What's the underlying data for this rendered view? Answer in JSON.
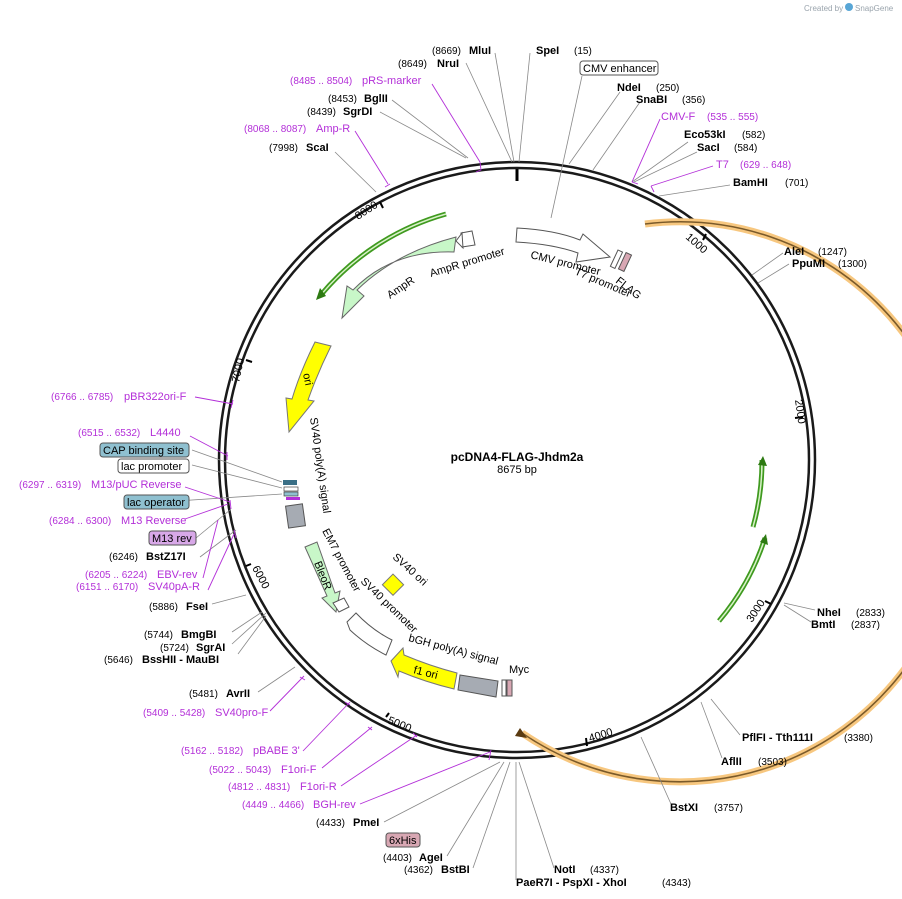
{
  "credit": {
    "prefix": "Created by",
    "brand": "SnapGene"
  },
  "plasmid": {
    "name": "pcDNA4-FLAG-Jhdm2a",
    "size": "8675 bp"
  },
  "ticks": [
    "1000",
    "2000",
    "3000",
    "4000",
    "5000",
    "6000",
    "7000",
    "8000"
  ],
  "enzymes": [
    {
      "name": "MluI",
      "pos": "(8669)"
    },
    {
      "name": "NruI",
      "pos": "(8649)"
    },
    {
      "name": "SpeI",
      "pos": "(15)"
    },
    {
      "name": "BglII",
      "pos": "(8453)"
    },
    {
      "name": "SgrDI",
      "pos": "(8439)"
    },
    {
      "name": "ScaI",
      "pos": "(7998)"
    },
    {
      "name": "NdeI",
      "pos": "(250)"
    },
    {
      "name": "SnaBI",
      "pos": "(356)"
    },
    {
      "name": "Eco53kI",
      "pos": "(582)"
    },
    {
      "name": "SacI",
      "pos": "(584)"
    },
    {
      "name": "BamHI",
      "pos": "(701)"
    },
    {
      "name": "AleI",
      "pos": "(1247)"
    },
    {
      "name": "PpuMI",
      "pos": "(1300)"
    },
    {
      "name": "NheI",
      "pos": "(2833)"
    },
    {
      "name": "BmtI",
      "pos": "(2837)"
    },
    {
      "name": "PflFI - Tth111I",
      "pos": "(3380)"
    },
    {
      "name": "AflII",
      "pos": "(3503)"
    },
    {
      "name": "BstXI",
      "pos": "(3757)"
    },
    {
      "name": "NotI",
      "pos": "(4337)"
    },
    {
      "name": "PaeR7I - PspXI - XhoI",
      "pos": "(4343)"
    },
    {
      "name": "AgeI",
      "pos": "(4403)"
    },
    {
      "name": "BstBI",
      "pos": "(4362)"
    },
    {
      "name": "PmeI",
      "pos": "(4433)"
    },
    {
      "name": "AvrII",
      "pos": "(5481)"
    },
    {
      "name": "BssHII - MauBI",
      "pos": "(5646)"
    },
    {
      "name": "SgrAI",
      "pos": "(5724)"
    },
    {
      "name": "BmgBI",
      "pos": "(5744)"
    },
    {
      "name": "FseI",
      "pos": "(5886)"
    },
    {
      "name": "BstZ17I",
      "pos": "(6246)"
    }
  ],
  "primers": [
    {
      "name": "pRS-marker",
      "range": "(8485 .. 8504)"
    },
    {
      "name": "Amp-R",
      "range": "(8068 .. 8087)"
    },
    {
      "name": "CMV-F",
      "range": "(535 .. 555)"
    },
    {
      "name": "T7",
      "range": "(629 .. 648)"
    },
    {
      "name": "pBR322ori-F",
      "range": "(6766 .. 6785)"
    },
    {
      "name": "L4440",
      "range": "(6515 .. 6532)"
    },
    {
      "name": "M13/pUC Reverse",
      "range": "(6297 .. 6319)"
    },
    {
      "name": "M13 Reverse",
      "range": "(6284 .. 6300)"
    },
    {
      "name": "EBV-rev",
      "range": "(6205 .. 6224)"
    },
    {
      "name": "SV40pA-R",
      "range": "(6151 .. 6170)"
    },
    {
      "name": "SV40pro-F",
      "range": "(5409 .. 5428)"
    },
    {
      "name": "pBABE 3'",
      "range": "(5162 .. 5182)"
    },
    {
      "name": "F1ori-F",
      "range": "(5022 .. 5043)"
    },
    {
      "name": "F1ori-R",
      "range": "(4812 .. 4831)"
    },
    {
      "name": "BGH-rev",
      "range": "(4449 .. 4466)"
    }
  ],
  "boxed": {
    "cmv_enhancer": "CMV enhancer",
    "cap_site": "CAP binding site",
    "lac_promoter": "lac promoter",
    "lac_operator": "lac operator",
    "m13_rev": "M13 rev",
    "his": "6xHis"
  },
  "features": {
    "cmv_promoter": "CMV promoter",
    "t7_promoter": "T7 promoter",
    "flag": "FLAG",
    "ampr_promoter": "AmpR promoter",
    "ampr": "AmpR",
    "ori": "ori",
    "sv40_polya": "SV40 poly(A) signal",
    "em7": "EM7 promoter",
    "bleor": "BleoR",
    "sv40_promoter": "SV40 promoter",
    "sv40_ori": "SV40 ori",
    "bgh": "bGH poly(A) signal",
    "myc": "Myc",
    "f1_ori": "f1 ori"
  },
  "colors": {
    "backbone": "#1a1a1a",
    "primer": "#b32fd8",
    "orf_orange": "#f7c77f",
    "orf_green": "#3f9a1f",
    "ampr_fill": "#c8f7c8",
    "ori_fill": "#ffff00",
    "grey_fill": "#a6abb3",
    "lac_fill": "#8fc0d0",
    "m13_fill": "#d8a8e8",
    "his_fill": "#d8a7b3"
  }
}
